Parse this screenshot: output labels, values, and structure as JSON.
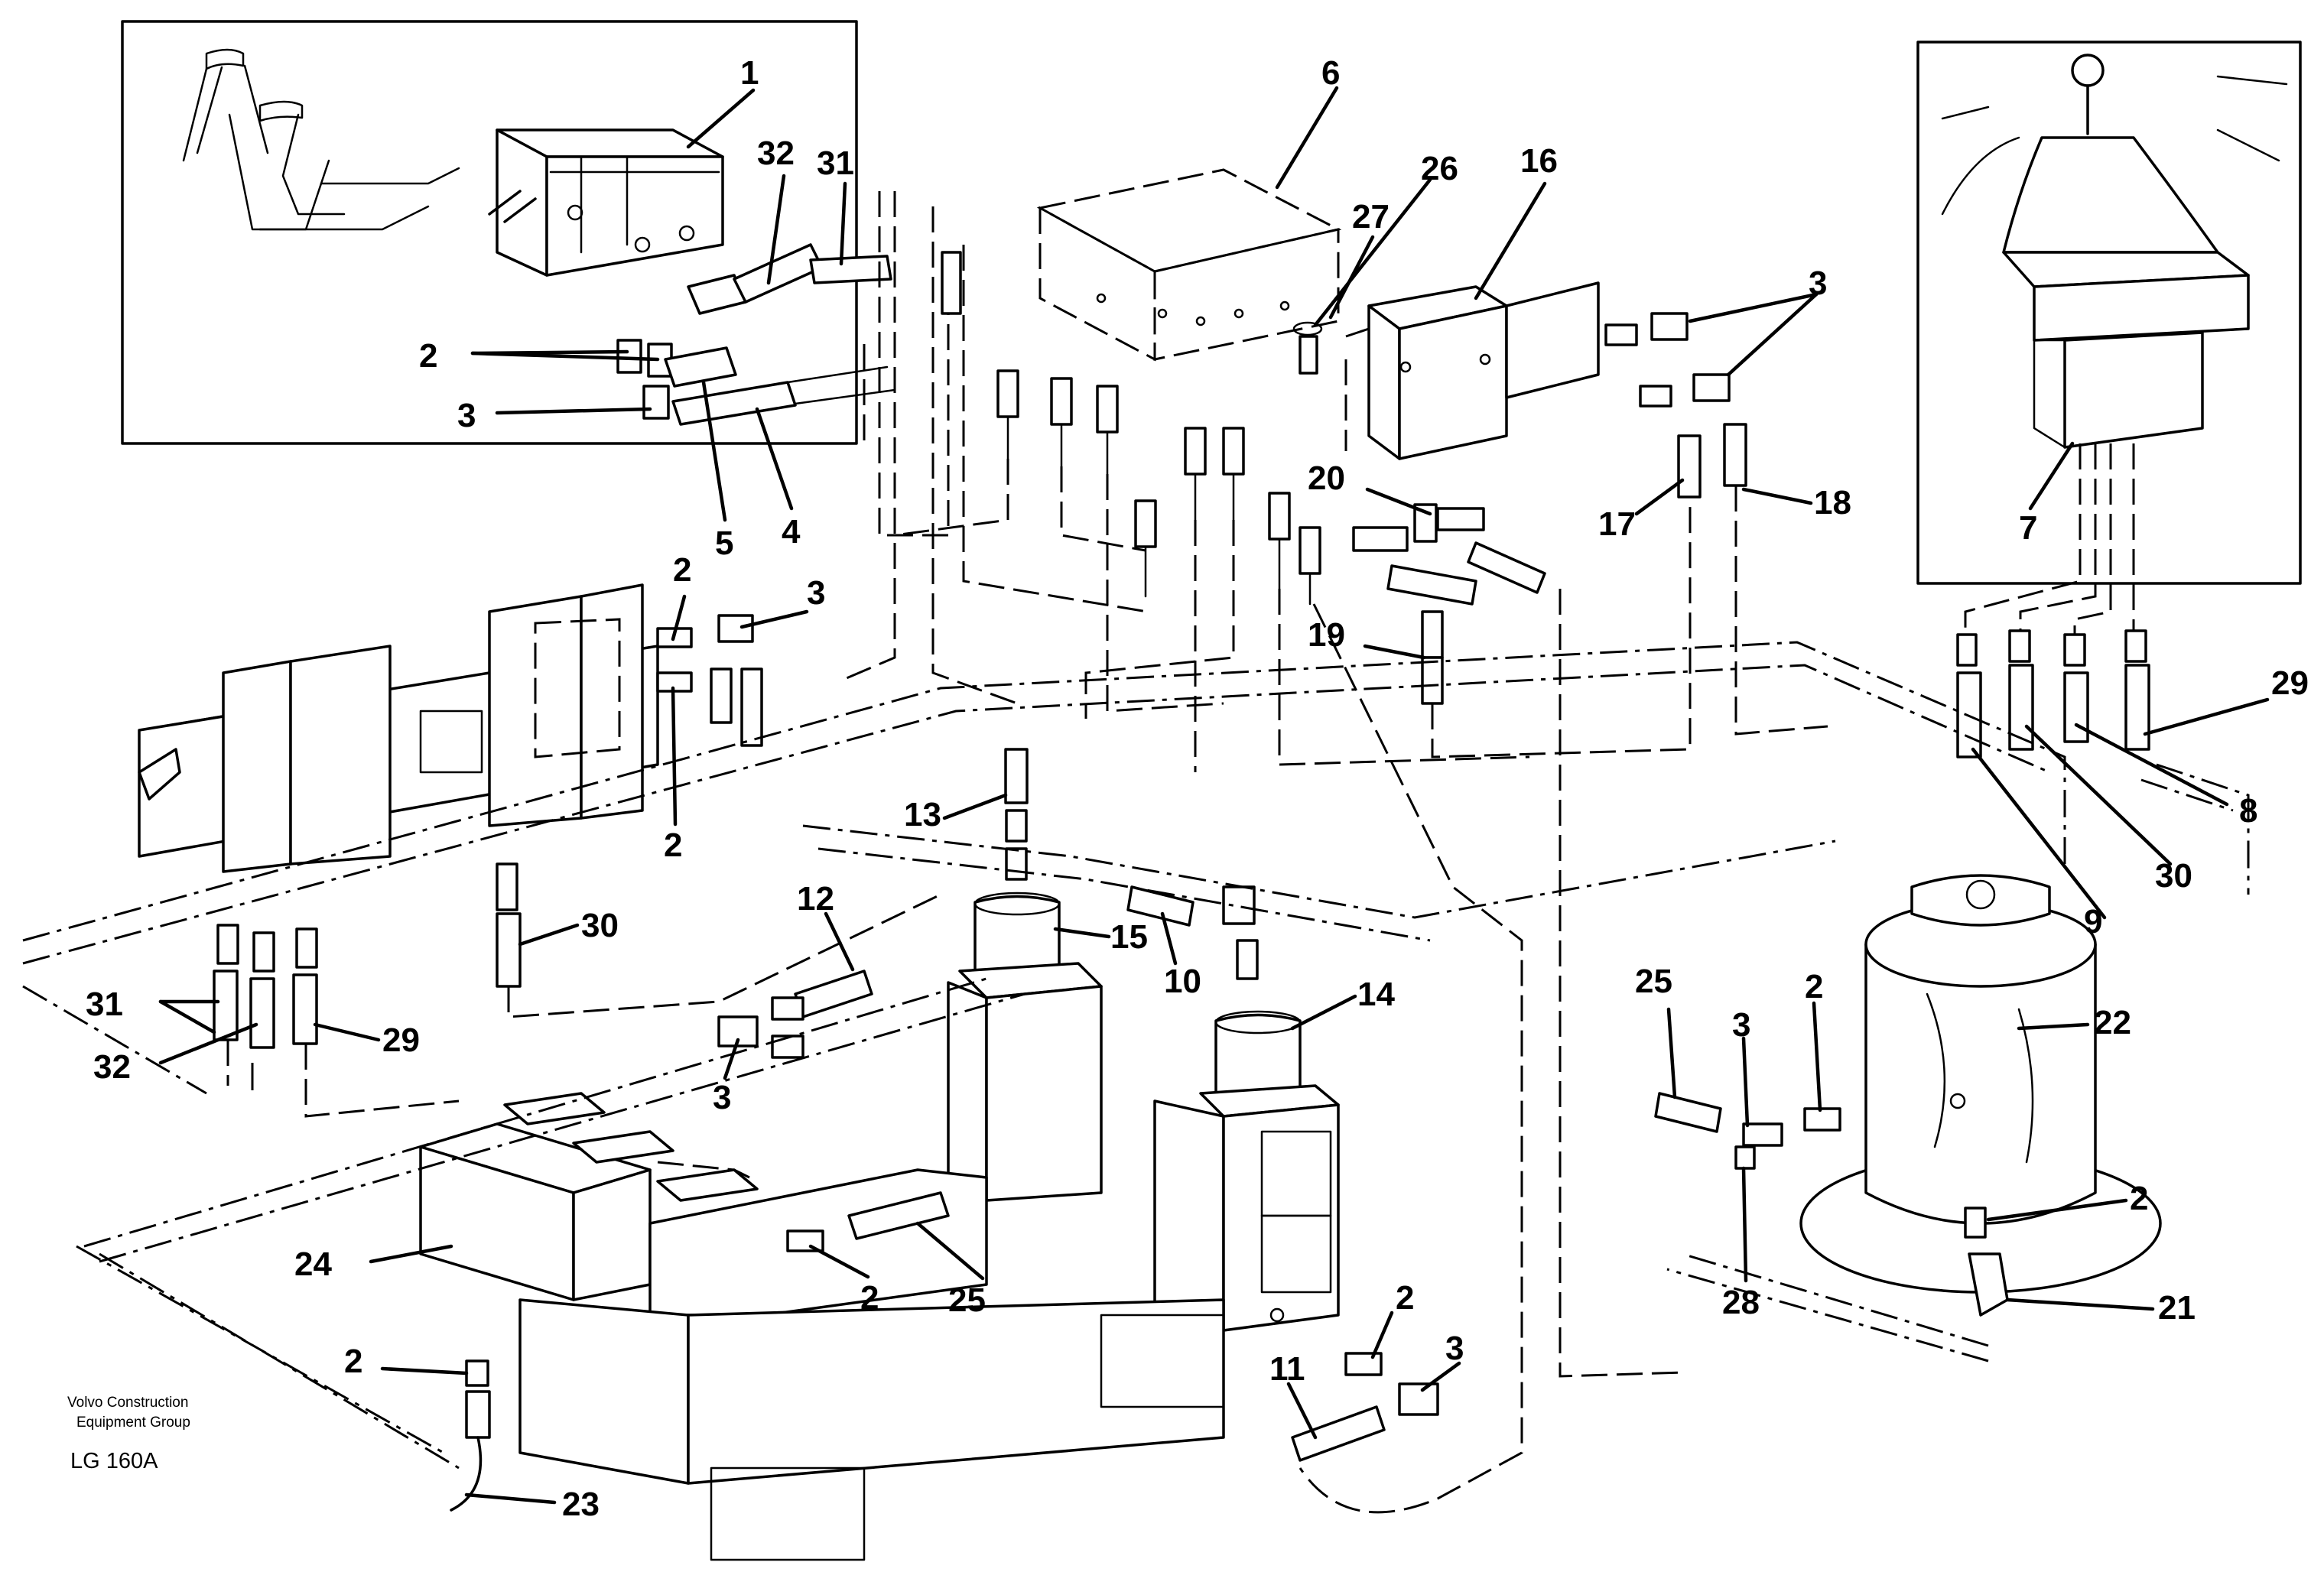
{
  "diagram": {
    "callouts": [
      "1",
      "2",
      "3",
      "4",
      "5",
      "6",
      "7",
      "8",
      "9",
      "10",
      "11",
      "12",
      "13",
      "14",
      "15",
      "16",
      "17",
      "18",
      "19",
      "20",
      "21",
      "22",
      "23",
      "24",
      "25",
      "26",
      "27",
      "28",
      "29",
      "30",
      "31",
      "32"
    ]
  },
  "footer": {
    "company_line1": "Volvo Construction",
    "company_line2": "Equipment Group",
    "drawing_code": "LG 160A"
  }
}
